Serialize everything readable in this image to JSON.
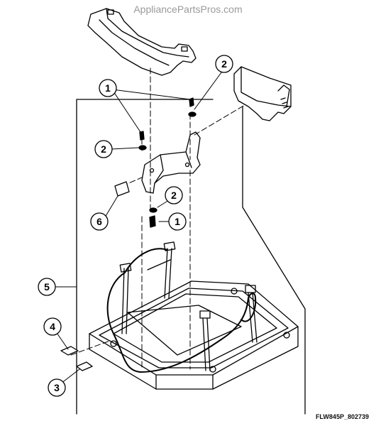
{
  "watermark": "AppliancePartsPros.com",
  "reference_code": "FLW845P_802739",
  "callouts": [
    {
      "id": "callout-1-top",
      "label": "1"
    },
    {
      "id": "callout-2-top",
      "label": "2"
    },
    {
      "id": "callout-2-left",
      "label": "2"
    },
    {
      "id": "callout-2-mid",
      "label": "2"
    },
    {
      "id": "callout-1-mid",
      "label": "1"
    },
    {
      "id": "callout-6",
      "label": "6"
    },
    {
      "id": "callout-5",
      "label": "5"
    },
    {
      "id": "callout-4",
      "label": "4"
    },
    {
      "id": "callout-3",
      "label": "3"
    }
  ]
}
